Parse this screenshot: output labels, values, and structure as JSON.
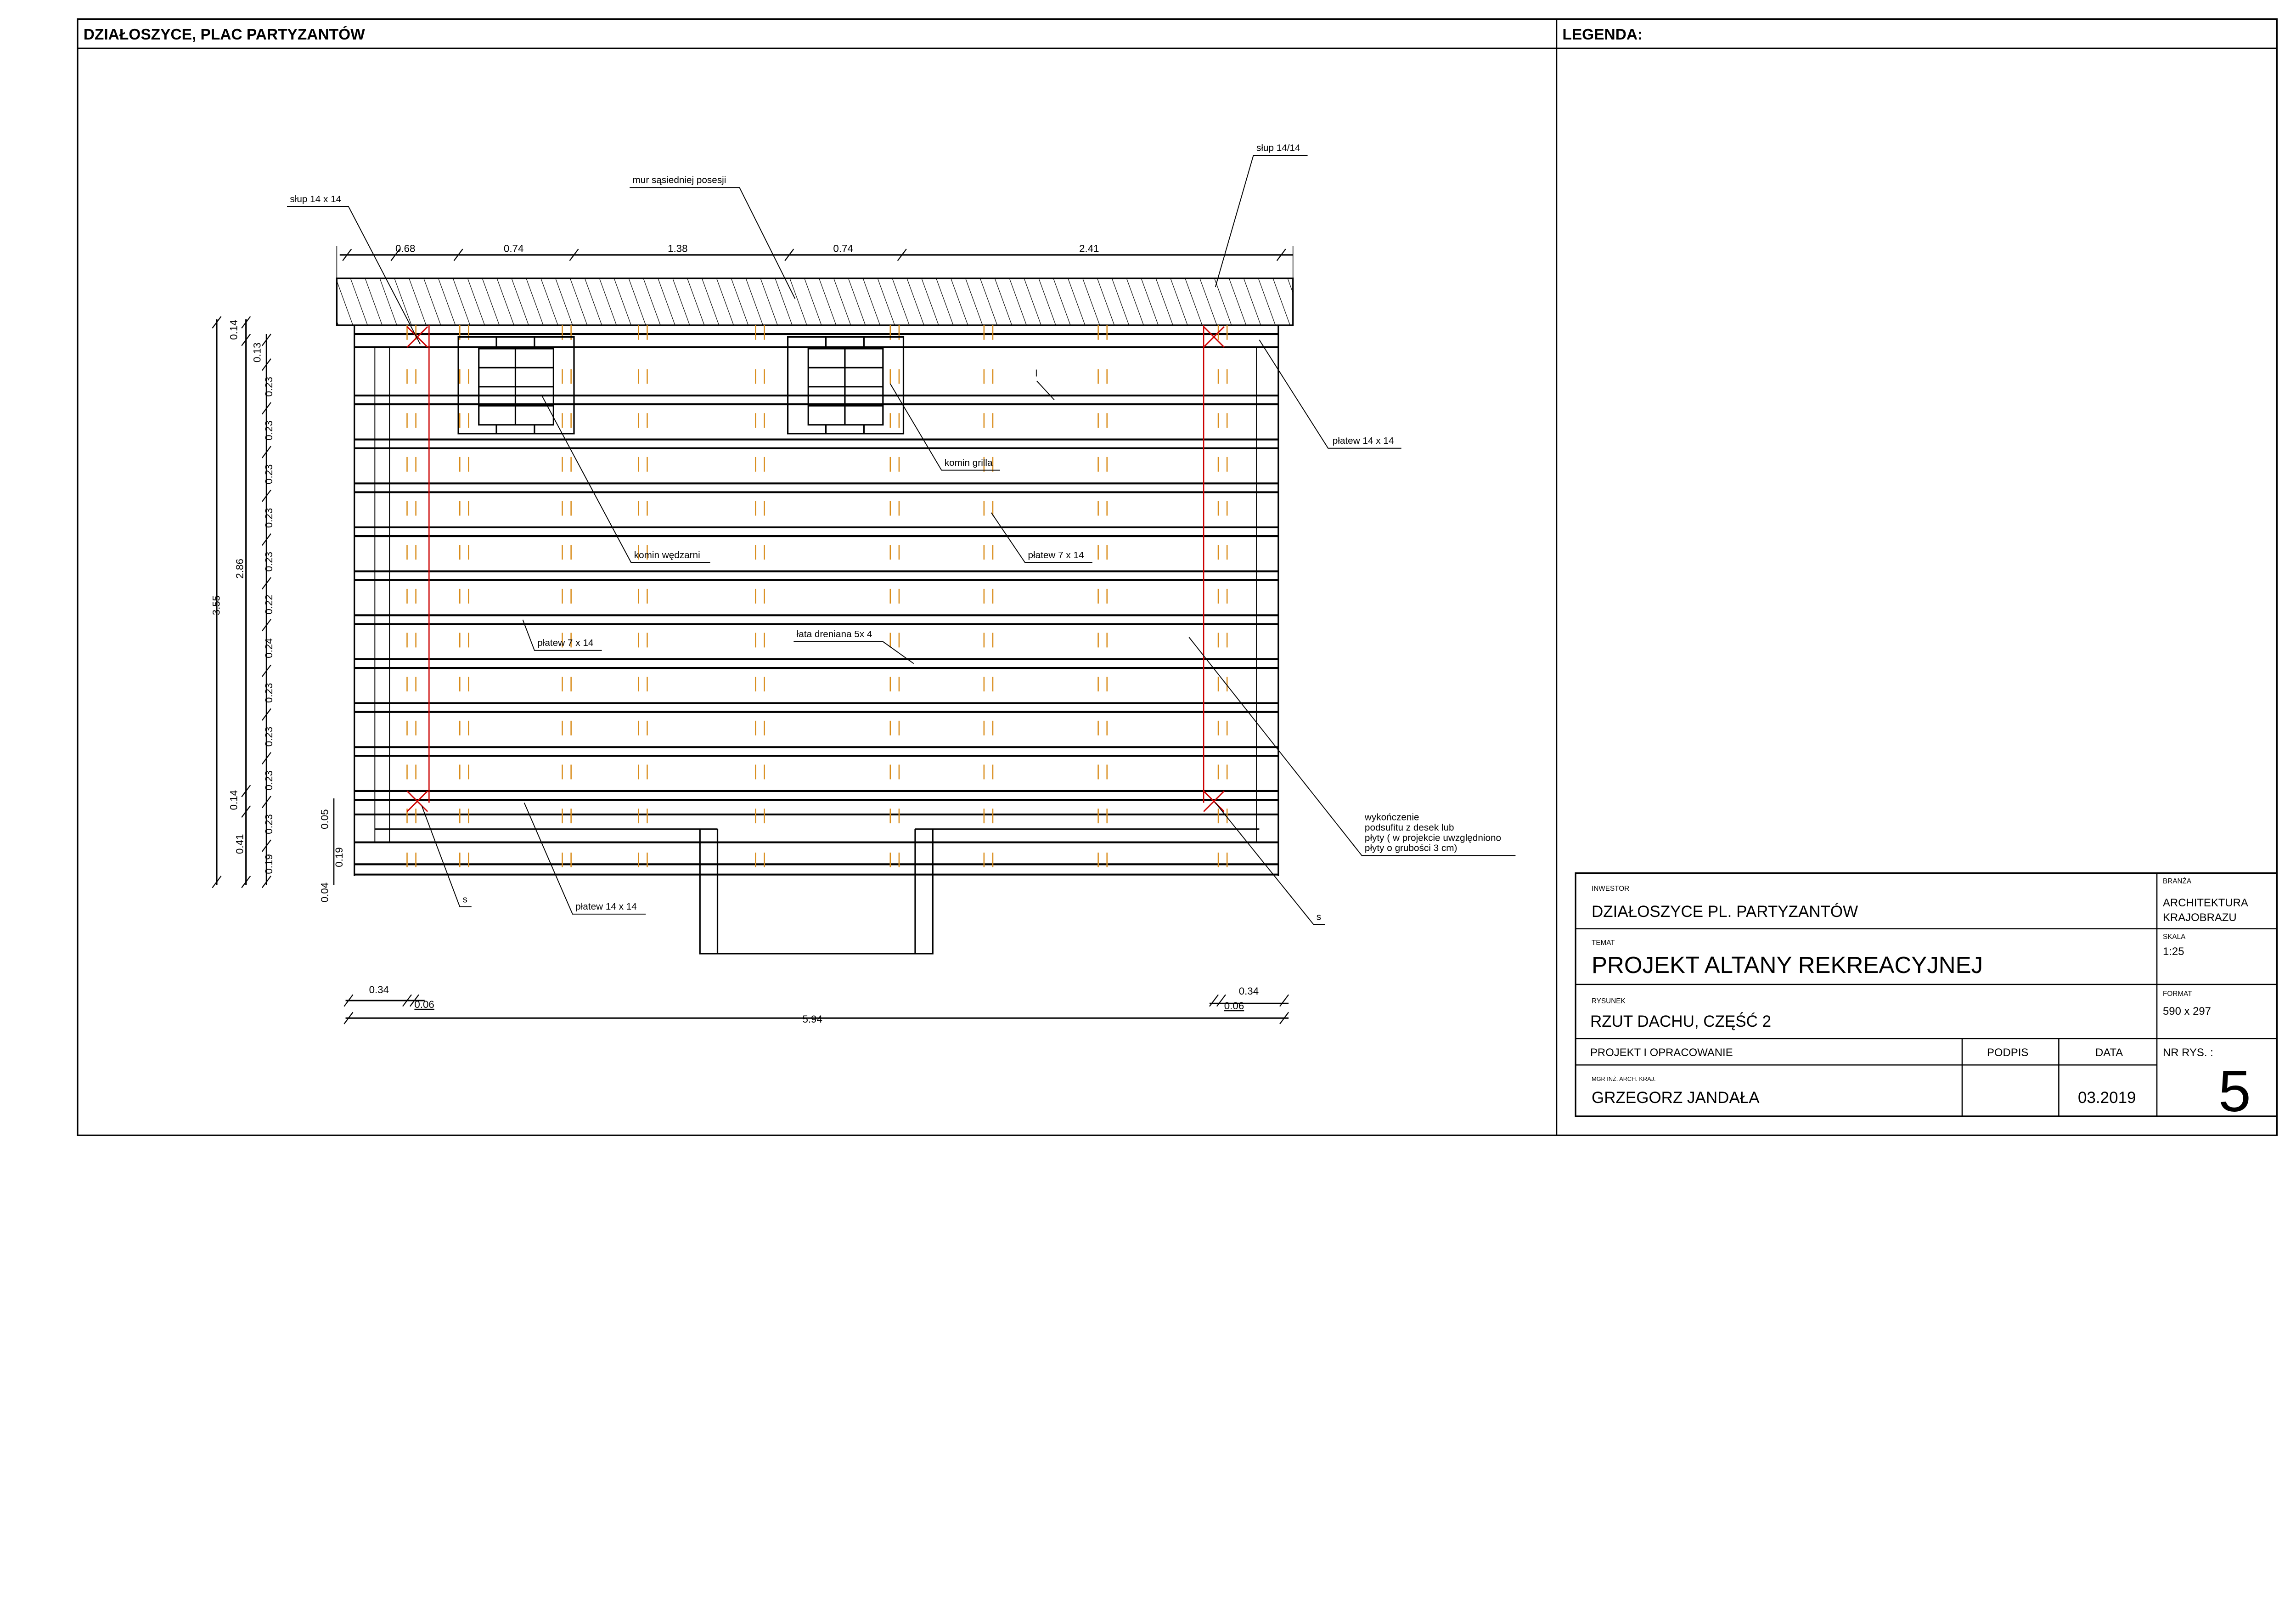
{
  "header": {
    "title": "DZIAŁOSZYCE, PLAC PARTYZANTÓW",
    "legend_title": "LEGENDA:"
  },
  "dimensions": {
    "top": [
      "0.68",
      "0.74",
      "1.38",
      "0.74",
      "2.41"
    ],
    "bottom_total": "5.94",
    "bottom_left": [
      "0.34",
      "0.06"
    ],
    "bottom_right": [
      "0.34",
      "0.06"
    ],
    "left_total": "3.55",
    "left_mid": "2.86",
    "left_mid_parts": [
      "0.14",
      "0.14",
      "0.41"
    ],
    "left_detail": [
      "0.13",
      "0.23",
      "0.23",
      "0.23",
      "0.23",
      "0.23",
      "0.22",
      "0.24",
      "0.23",
      "0.23",
      "0.23",
      "0.23",
      "0.19"
    ],
    "left_small": [
      "0.05",
      "0.19",
      "0.04"
    ]
  },
  "annotations": {
    "slup_left": "słup 14 x 14",
    "mur": "mur sąsiedniej posesji",
    "slup_right": "słup 14/14",
    "platew_top_right": "płatew 14 x 14",
    "komin_grilla": "komin grilla",
    "komin_wedzarni": "komin wędzarni",
    "platew_mid_right": "płatew 7 x 14",
    "lata": "łata dreniana 5x 4",
    "platew_mid_left": "płatew 7 x 14",
    "wykonczenie": [
      "wykończenie",
      "podsufitu z desek lub",
      "płyty ( w projekcie uwzględniono",
      "płyty o grubości 3 cm)"
    ],
    "platew_bottom": "płatew 14 x 14",
    "s_left": "s",
    "s_right": "s",
    "l_mark": "l"
  },
  "title_block": {
    "inwestor_label": "INWESTOR",
    "inwestor": "DZIAŁOSZYCE PL. PARTYZANTÓW",
    "branza_label": "BRANŻA",
    "branza": [
      "ARCHITEKTURA",
      "KRAJOBRAZU"
    ],
    "temat_label": "TEMAT",
    "temat": "PROJEKT ALTANY REKREACYJNEJ",
    "skala_label": "SKALA",
    "skala": "1:25",
    "rysunek_label": "RYSUNEK",
    "rysunek": "RZUT DACHU, CZĘŚĆ 2",
    "format_label": "FORMAT",
    "format": "590 x 297",
    "projekt_label": "PROJEKT I OPRACOWANIE",
    "podpis_label": "PODPIS",
    "data_label": "DATA",
    "nr_label": "NR RYS. :",
    "author_title": "MGR INŻ. ARCH. KRAJ.",
    "author": "GRZEGORZ JANDAŁA",
    "date": "03.2019",
    "nr": "5"
  },
  "colors": {
    "post": "#cc0000",
    "batten": "#d98c1a",
    "line": "#000000"
  }
}
